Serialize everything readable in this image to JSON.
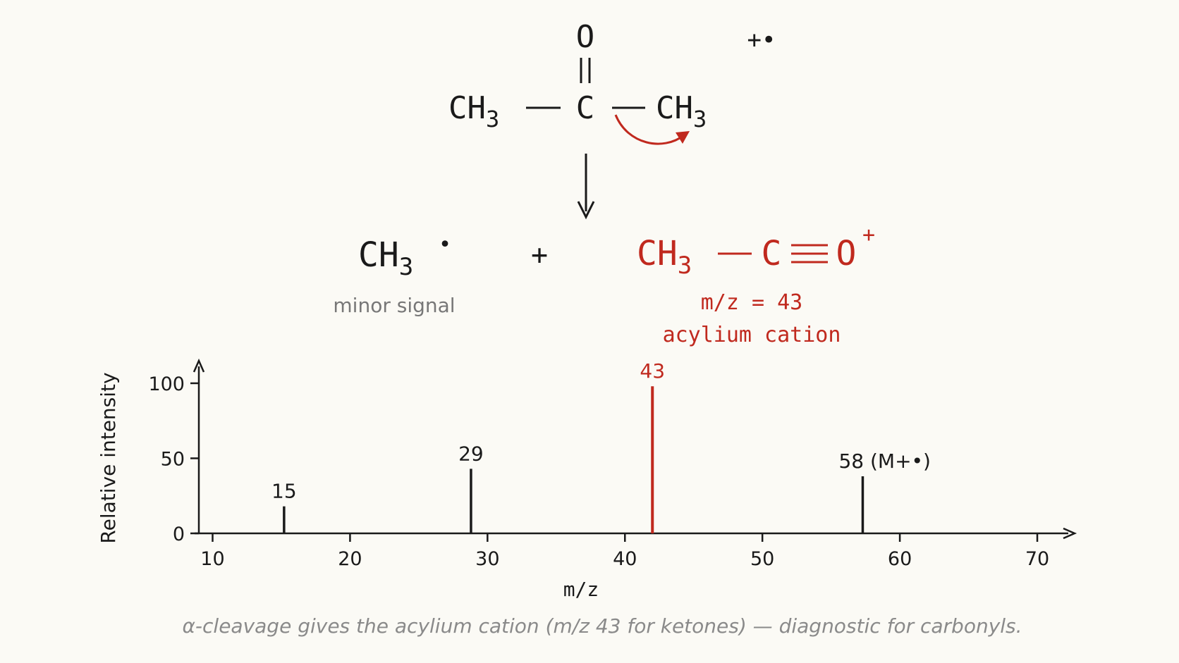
{
  "reaction": {
    "reactant": {
      "left_group": "CH",
      "left_sub": "3",
      "carbonyl_carbon": "C",
      "oxygen": "O",
      "right_group": "CH",
      "right_sub": "3",
      "charge": "+•"
    },
    "products": {
      "radical": {
        "group": "CH",
        "sub": "3",
        "dot": "•",
        "note": "minor signal"
      },
      "plus": "+",
      "cation": {
        "group": "CH",
        "sub": "3",
        "carbon": "C",
        "oxygen": "O",
        "charge": "+",
        "mz_label": "m/z = 43",
        "name": "acylium cation"
      }
    }
  },
  "chart_data": {
    "type": "bar",
    "xlabel": "m/z",
    "ylabel": "Relative intensity",
    "xlim": [
      9,
      72
    ],
    "ylim": [
      0,
      115
    ],
    "x_ticks": [
      10,
      20,
      30,
      40,
      50,
      60,
      70
    ],
    "y_ticks": [
      0,
      50,
      100
    ],
    "peaks": [
      {
        "mz": 15.2,
        "intensity": 18,
        "label": "15",
        "highlight": false
      },
      {
        "mz": 28.8,
        "intensity": 43,
        "label": "29",
        "highlight": false
      },
      {
        "mz": 42,
        "intensity": 98,
        "label": "43",
        "highlight": true
      },
      {
        "mz": 57.3,
        "intensity": 38,
        "label": "58 (M+•)",
        "highlight": false
      }
    ],
    "grid": false
  },
  "caption": "α-cleavage gives the acylium cation (m/z 43 for ketones) — diagnostic for carbonyls.",
  "colors": {
    "accent": "#c0291e",
    "ink": "#1a1a1a",
    "muted": "#777777",
    "caption": "#8a8a8a",
    "background": "#fbfaf5"
  }
}
